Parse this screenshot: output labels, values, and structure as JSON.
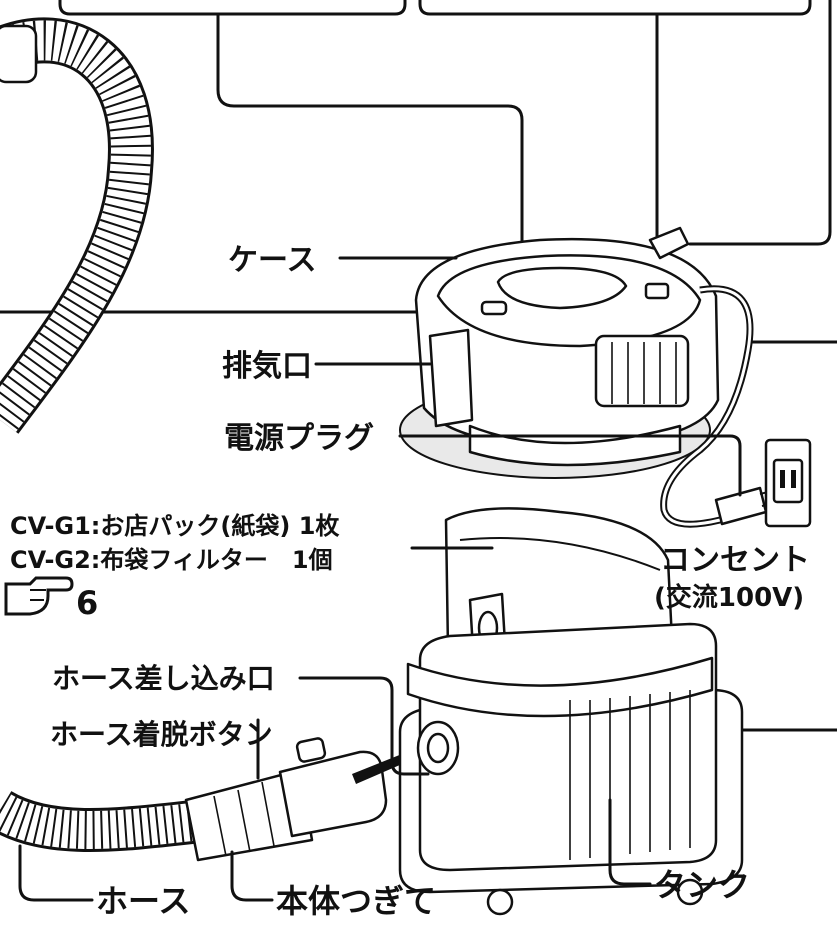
{
  "labels": {
    "case": "ケース",
    "exhaust": "排気口",
    "plug": "電源プラグ",
    "bag_line1": "CV-G1:お店パック(紙袋) 1枚",
    "bag_line2": "CV-G2:布袋フィルター　1個",
    "ref_number": "6",
    "hose_inlet": "ホース差し込み口",
    "hose_release": "ホース着脱ボタン",
    "outlet_line1": "コンセント",
    "outlet_line2": "(交流100V)",
    "hose": "ホース",
    "body_joint": "本体つぎて",
    "tank": "タンク"
  },
  "icons": {
    "pointer": "pointing-hand-icon",
    "arrow": "insert-arrow-icon"
  }
}
